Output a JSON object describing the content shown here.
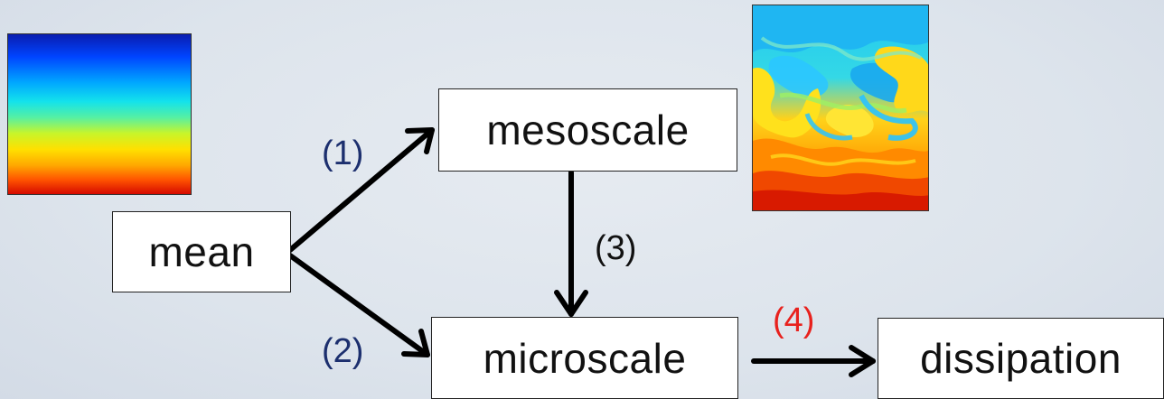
{
  "nodes": {
    "mean": "mean",
    "mesoscale": "mesoscale",
    "microscale": "microscale",
    "dissipation": "dissipation"
  },
  "edge_labels": {
    "mean_to_mesoscale": "(1)",
    "mean_to_microscale": "(2)",
    "mesoscale_to_microscale": "(3)",
    "microscale_to_dissipation": "(4)"
  },
  "colors": {
    "label_blue": "#1c2f6e",
    "label_red": "#e8211d",
    "arrow": "#000000",
    "background": "#dde4ec"
  }
}
